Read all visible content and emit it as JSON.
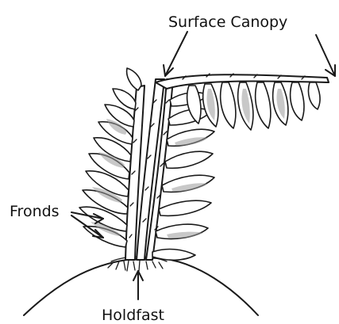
{
  "labels": {
    "surface_canopy": "Surface Canopy",
    "fronds": "Fronds",
    "holdfast": "Holdfast"
  }
}
